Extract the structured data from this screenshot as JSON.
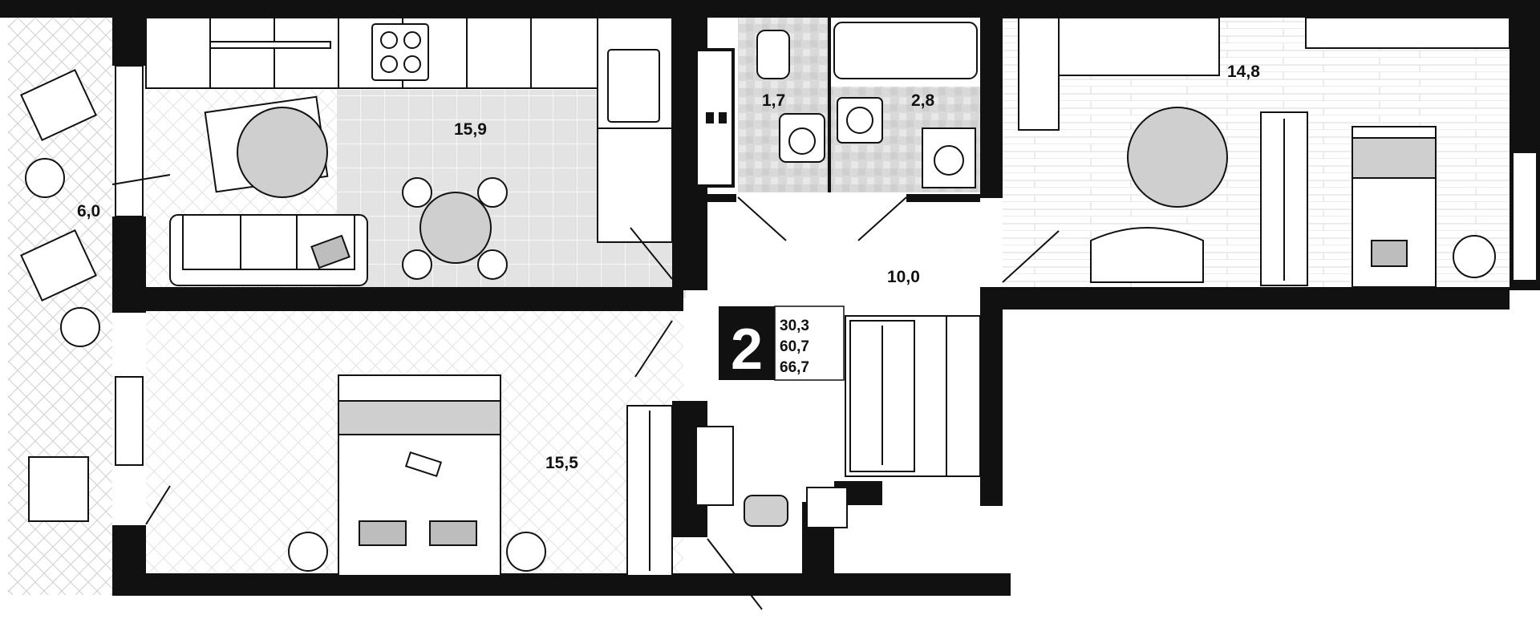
{
  "plan": {
    "rooms_count": "2",
    "totals": [
      "30,3",
      "60,7",
      "66,7"
    ]
  },
  "rooms": [
    {
      "id": "balcony",
      "area": "6,0"
    },
    {
      "id": "kitchen-living",
      "area": "15,9"
    },
    {
      "id": "toilet",
      "area": "1,7"
    },
    {
      "id": "bathroom",
      "area": "2,8"
    },
    {
      "id": "bedroom-right",
      "area": "14,8"
    },
    {
      "id": "hall",
      "area": "10,0"
    },
    {
      "id": "bedroom-left",
      "area": "15,5"
    }
  ],
  "colors": {
    "wall": "#111111",
    "tile": "#e3e3e3",
    "rug": "#cfcfcf",
    "accent": "#bdbdbd",
    "floor_line": "#e6e6e6"
  }
}
